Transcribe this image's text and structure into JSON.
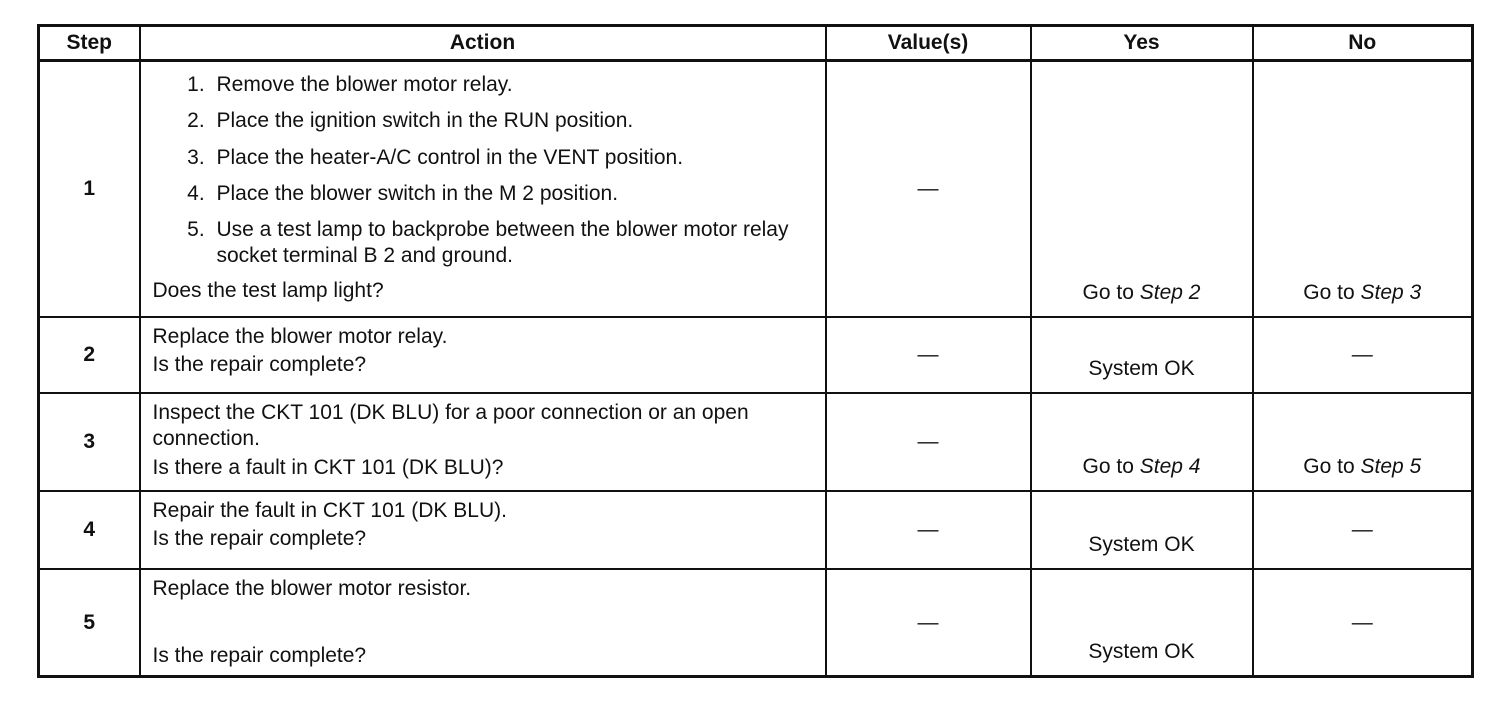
{
  "headers": {
    "step": "Step",
    "action": "Action",
    "values": "Value(s)",
    "yes": "Yes",
    "no": "No"
  },
  "rows": [
    {
      "step": "1",
      "substeps": [
        "Remove the blower motor relay.",
        "Place the ignition switch in the RUN position.",
        "Place the heater-A/C control in the VENT position.",
        "Place the blower switch in the M 2 position.",
        "Use a test lamp to backprobe between the blower motor relay socket terminal B 2 and ground."
      ],
      "question": "Does the test lamp light?",
      "value": "—",
      "yes": {
        "prefix": "Go to",
        "ref": "Step 2"
      },
      "no": {
        "prefix": "Go to",
        "ref": "Step 3"
      }
    },
    {
      "step": "2",
      "instruction": "Replace the blower motor relay.",
      "question": "Is the repair complete?",
      "value": "—",
      "yes": "System OK",
      "no": "—"
    },
    {
      "step": "3",
      "instruction": "Inspect the CKT 101 (DK BLU) for a poor connection or an open connection.",
      "question": "Is there a fault in CKT 101 (DK BLU)?",
      "value": "—",
      "yes": {
        "prefix": "Go to",
        "ref": "Step 4"
      },
      "no": {
        "prefix": "Go to",
        "ref": "Step 5"
      }
    },
    {
      "step": "4",
      "instruction": "Repair the fault in CKT 101 (DK BLU).",
      "question": "Is the repair complete?",
      "value": "—",
      "yes": "System OK",
      "no": "—"
    },
    {
      "step": "5",
      "instruction": "Replace the blower motor resistor.",
      "question": "Is the repair complete?",
      "value": "—",
      "yes": "System OK",
      "no": "—"
    }
  ]
}
